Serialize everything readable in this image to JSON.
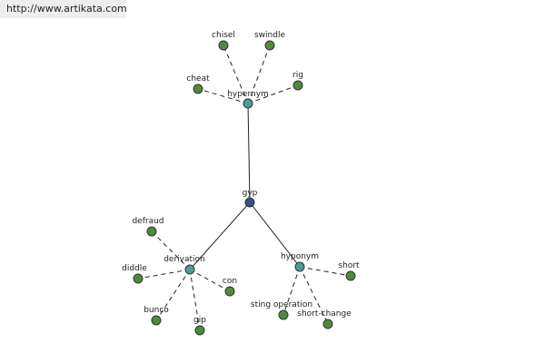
{
  "header": {
    "url": "http://www.artikata.com"
  },
  "colors": {
    "leaf": "#4e8a3e",
    "relation": "#4f9a9a",
    "center": "#3a4f8a",
    "background_bar": "#eeeeee"
  },
  "graph": {
    "nodes": [
      {
        "id": "gyp",
        "label": "gyp",
        "kind": "center"
      },
      {
        "id": "hypernym",
        "label": "hypernym",
        "kind": "relation"
      },
      {
        "id": "derivation",
        "label": "derivation",
        "kind": "relation"
      },
      {
        "id": "hyponym",
        "label": "hyponym",
        "kind": "relation"
      },
      {
        "id": "chisel",
        "label": "chisel",
        "kind": "leaf"
      },
      {
        "id": "swindle",
        "label": "swindle",
        "kind": "leaf"
      },
      {
        "id": "cheat",
        "label": "cheat",
        "kind": "leaf"
      },
      {
        "id": "rig",
        "label": "rig",
        "kind": "leaf"
      },
      {
        "id": "defraud",
        "label": "defraud",
        "kind": "leaf"
      },
      {
        "id": "diddle",
        "label": "diddle",
        "kind": "leaf"
      },
      {
        "id": "con",
        "label": "con",
        "kind": "leaf"
      },
      {
        "id": "bunco",
        "label": "bunco",
        "kind": "leaf"
      },
      {
        "id": "gip",
        "label": "gip",
        "kind": "leaf"
      },
      {
        "id": "short",
        "label": "short",
        "kind": "leaf"
      },
      {
        "id": "sting-operation",
        "label": "sting operation",
        "kind": "leaf"
      },
      {
        "id": "short-change",
        "label": "short-change",
        "kind": "leaf"
      }
    ],
    "edges": [
      {
        "from": "gyp",
        "to": "hypernym",
        "style": "solid"
      },
      {
        "from": "gyp",
        "to": "derivation",
        "style": "solid"
      },
      {
        "from": "gyp",
        "to": "hyponym",
        "style": "solid"
      },
      {
        "from": "hypernym",
        "to": "chisel",
        "style": "dashed"
      },
      {
        "from": "hypernym",
        "to": "swindle",
        "style": "dashed"
      },
      {
        "from": "hypernym",
        "to": "cheat",
        "style": "dashed"
      },
      {
        "from": "hypernym",
        "to": "rig",
        "style": "dashed"
      },
      {
        "from": "derivation",
        "to": "defraud",
        "style": "dashed"
      },
      {
        "from": "derivation",
        "to": "diddle",
        "style": "dashed"
      },
      {
        "from": "derivation",
        "to": "con",
        "style": "dashed"
      },
      {
        "from": "derivation",
        "to": "bunco",
        "style": "dashed"
      },
      {
        "from": "derivation",
        "to": "gip",
        "style": "dashed"
      },
      {
        "from": "hyponym",
        "to": "short",
        "style": "dashed"
      },
      {
        "from": "hyponym",
        "to": "sting-operation",
        "style": "dashed"
      },
      {
        "from": "hyponym",
        "to": "short-change",
        "style": "dashed"
      }
    ]
  }
}
